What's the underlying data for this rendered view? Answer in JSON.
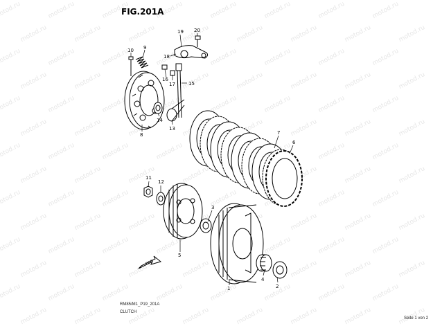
{
  "figure": {
    "title": "FIG.201A",
    "code": "RM85/M1_P19_201A",
    "subtitle": "CLUTCH",
    "page": "Seite 1 von 2",
    "watermark": "motod.ru",
    "fwd_label": "FWD"
  },
  "callouts": [
    {
      "id": "1",
      "label": "1"
    },
    {
      "id": "2",
      "label": "2"
    },
    {
      "id": "3",
      "label": "3"
    },
    {
      "id": "4",
      "label": "4"
    },
    {
      "id": "5",
      "label": "5"
    },
    {
      "id": "6",
      "label": "6"
    },
    {
      "id": "7",
      "label": "7"
    },
    {
      "id": "8",
      "label": "8"
    },
    {
      "id": "9",
      "label": "9"
    },
    {
      "id": "10",
      "label": "10"
    },
    {
      "id": "11",
      "label": "11"
    },
    {
      "id": "12",
      "label": "12"
    },
    {
      "id": "13",
      "label": "13"
    },
    {
      "id": "14",
      "label": "14"
    },
    {
      "id": "15",
      "label": "15"
    },
    {
      "id": "16",
      "label": "16"
    },
    {
      "id": "17",
      "label": "17"
    },
    {
      "id": "18",
      "label": "18"
    },
    {
      "id": "19",
      "label": "19"
    },
    {
      "id": "20",
      "label": "20"
    }
  ]
}
